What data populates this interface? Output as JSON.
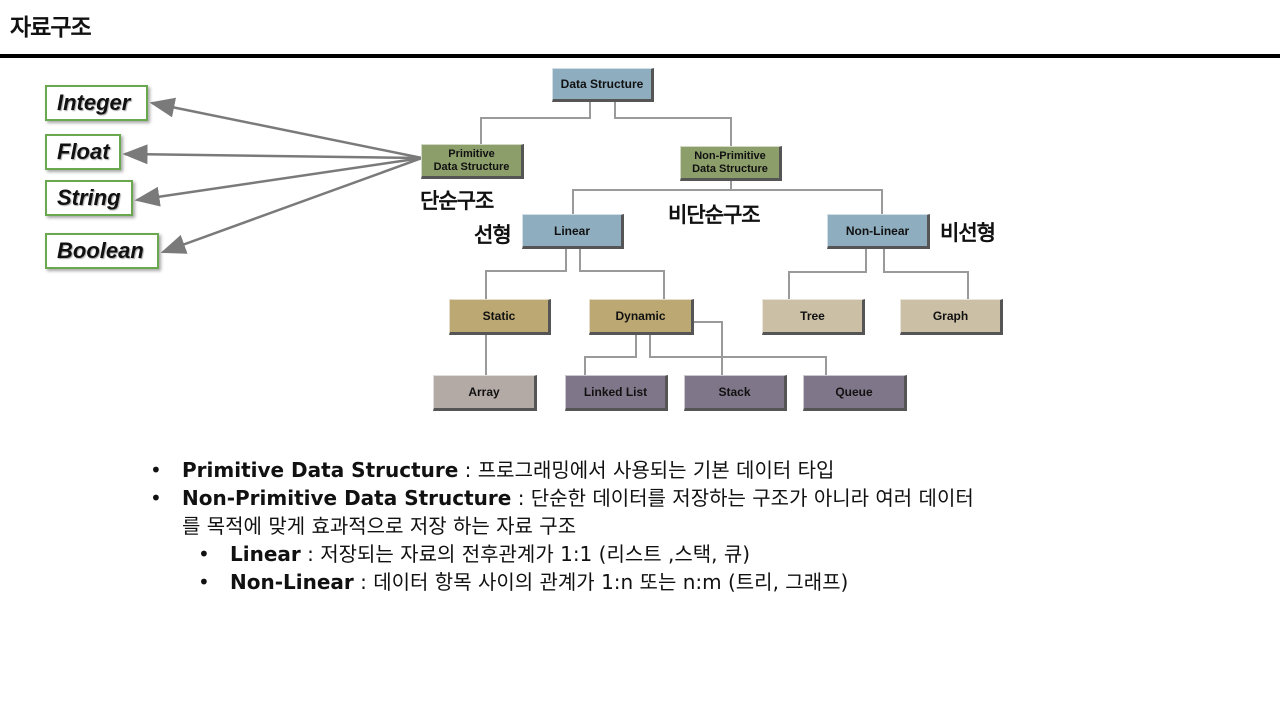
{
  "title": "자료구조",
  "primitive_types": [
    "Integer",
    "Float",
    "String",
    "Boolean"
  ],
  "tree": {
    "root": "Data Structure",
    "primitive": [
      "Primitive",
      "Data Structure"
    ],
    "non_primitive": [
      "Non-Primitive",
      "Data Structure"
    ],
    "linear": "Linear",
    "non_linear": "Non-Linear",
    "static": "Static",
    "dynamic": "Dynamic",
    "tree": "Tree",
    "graph": "Graph",
    "array": "Array",
    "linked_list": "Linked List",
    "stack": "Stack",
    "queue": "Queue"
  },
  "labels": {
    "simple": "단순구조",
    "non_simple": "비단순구조",
    "linear": "선형",
    "non_linear": "비선형"
  },
  "bullets": [
    {
      "term": "Primitive Data Structure",
      "text": " : 프로그래밍에서 사용되는 기본 데이터 타입"
    },
    {
      "term": "Non-Primitive Data Structure",
      "text": " : 단순한 데이터를 저장하는 구조가 아니라 여러 데이터",
      "continuation": "를 목적에 맞게 효과적으로 저장 하는 자료 구조"
    },
    {
      "term": "Linear",
      "text": " : 저장되는 자료의 전후관계가 1:1 (리스트 ,스택, 큐)"
    },
    {
      "term": "Non-Linear",
      "text": " : 데이터 항목 사이의 관계가 1:n 또는 n:m (트리, 그래프)"
    }
  ],
  "bullet_symbol": "•"
}
